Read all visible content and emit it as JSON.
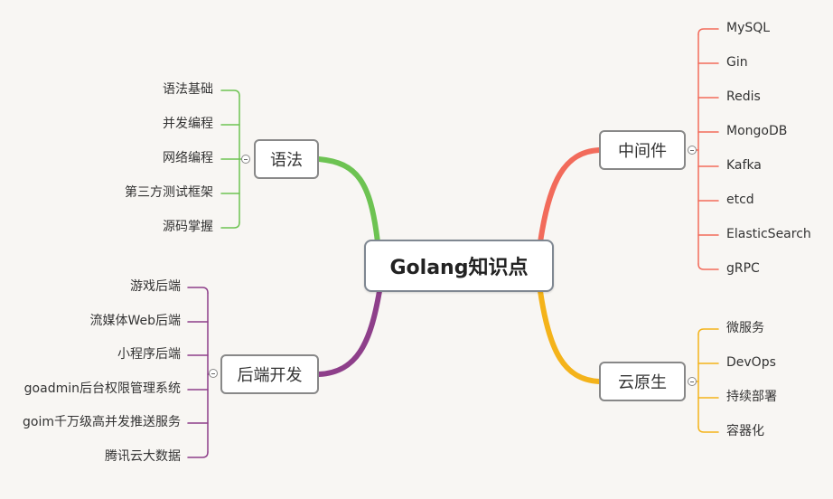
{
  "root": {
    "label": "Golang知识点"
  },
  "branches": {
    "syntax": {
      "label": "语法",
      "color": "#6dc352",
      "items": [
        "语法基础",
        "并发编程",
        "网络编程",
        "第三方测试框架",
        "源码掌握"
      ]
    },
    "backend": {
      "label": "后端开发",
      "color": "#8e3f8a",
      "items": [
        "游戏后端",
        "流媒体Web后端",
        "小程序后端",
        "goadmin后台权限管理系统",
        "goim千万级高并发推送服务",
        "腾讯云大数据"
      ]
    },
    "middleware": {
      "label": "中间件",
      "color": "#f26b5b",
      "items": [
        "MySQL",
        "Gin",
        "Redis",
        "MongoDB",
        "Kafka",
        "etcd",
        "ElasticSearch",
        "gRPC"
      ]
    },
    "cloudnative": {
      "label": "云原生",
      "color": "#f4b31a",
      "items": [
        "微服务",
        "DevOps",
        "持续部署",
        "容器化"
      ]
    }
  }
}
